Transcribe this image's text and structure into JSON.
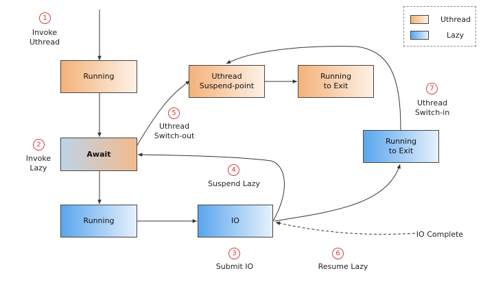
{
  "legend": {
    "uthread": "Uthread",
    "lazy": "Lazy"
  },
  "nodes": {
    "running_1": "Running",
    "await": "Await",
    "running_2": "Running",
    "io": "IO",
    "suspend_point": "Uthread\nSuspend-point",
    "running_to_exit_1": "Running\nto Exit",
    "running_to_exit_2": "Running\nto Exit"
  },
  "steps": [
    {
      "num": "1",
      "label": "Invoke\nUthread"
    },
    {
      "num": "2",
      "label": "Invoke\nLazy"
    },
    {
      "num": "3",
      "label": "Submit IO"
    },
    {
      "num": "4",
      "label": "Suspend Lazy"
    },
    {
      "num": "5",
      "label": "Uthread\nSwitch-out"
    },
    {
      "num": "6",
      "label": "Resume Lazy"
    },
    {
      "num": "7",
      "label": "Uthread\nSwitch-in"
    }
  ],
  "io_complete": "IO Complete",
  "colors": {
    "uthread_start": "#f4b27a",
    "uthread_end": "#fdf1e6",
    "lazy_start": "#5aa6ee",
    "lazy_end": "#e6f1fc",
    "step_number": "#d43c3c",
    "edge": "#333333"
  }
}
